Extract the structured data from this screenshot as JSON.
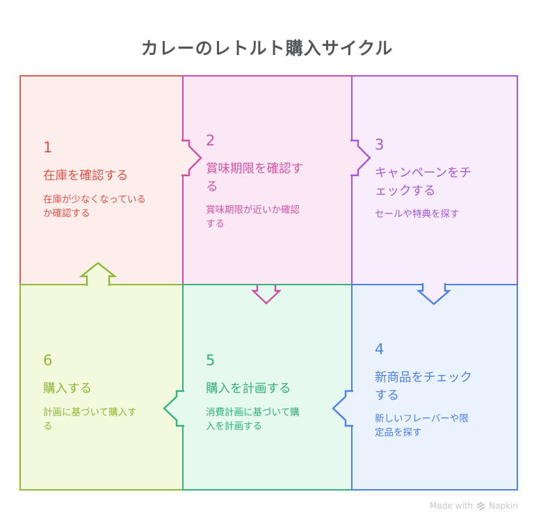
{
  "title": "カレーのレトルト購入サイクル",
  "steps": [
    {
      "number": "1",
      "title": "在庫を確認する",
      "description": "在庫が少なくなっているか確認する",
      "accent": "#df5349",
      "border": "#d75f57",
      "bg": "#fdedeb"
    },
    {
      "number": "2",
      "title": "賞味期限を確認する",
      "description": "賞味期限が近いか確認する",
      "accent": "#d054a6",
      "border": "#ce4ea2",
      "bg": "#fce8f5"
    },
    {
      "number": "3",
      "title": "キャンペーンをチェックする",
      "description": "セールや特典を探す",
      "accent": "#a757d8",
      "border": "#a757d8",
      "bg": "#f8edfc"
    },
    {
      "number": "4",
      "title": "新商品をチェックする",
      "description": "新しいフレーバーや限定品を探す",
      "accent": "#4d80e6",
      "border": "#4d80e6",
      "bg": "#eaf2fe"
    },
    {
      "number": "5",
      "title": "購入を計画する",
      "description": "消費計画に基づいて購入を計画する",
      "accent": "#2fb077",
      "border": "#35b27b",
      "bg": "#e6f9ef"
    },
    {
      "number": "6",
      "title": "購入する",
      "description": "計画に基づいて購入する",
      "accent": "#8cb836",
      "border": "#8cb836",
      "bg": "#f2f9dd"
    }
  ],
  "arrows": [
    {
      "name": "arrow-1-to-2",
      "stroke": "#ce4ea2",
      "fill": "#fdedeb"
    },
    {
      "name": "arrow-2-to-3",
      "stroke": "#a757d8",
      "fill": "#fce8f5"
    },
    {
      "name": "arrow-3-to-4",
      "stroke": "#4d80e6",
      "fill": "#f8edfc"
    },
    {
      "name": "arrow-4-to-5",
      "stroke": "#4d80e6",
      "fill": "#eaf2fe"
    },
    {
      "name": "arrow-5-to-6",
      "stroke": "#35b27b",
      "fill": "#e6f9ef"
    },
    {
      "name": "arrow-6-to-1",
      "stroke": "#8cb836",
      "fill": "#f2f9dd"
    },
    {
      "name": "arrow-2-to-5",
      "stroke": "#ce4ea2",
      "fill": "none"
    }
  ],
  "footer": {
    "made_with": "Made with",
    "brand": "Napkin"
  },
  "colors": {
    "title_text": "#545557",
    "footer_text": "#c6c8cc",
    "background": "#ffffff"
  }
}
